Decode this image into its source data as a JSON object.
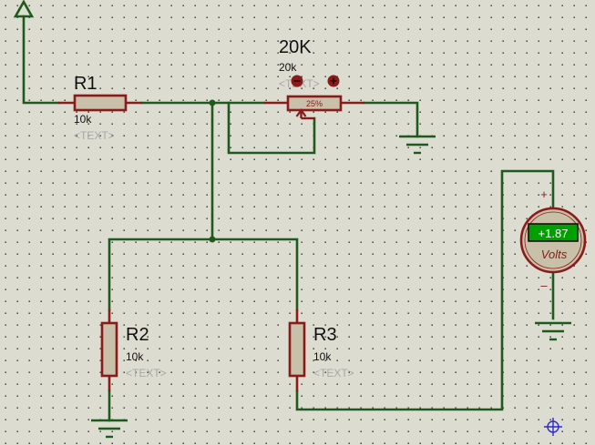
{
  "colors": {
    "background": "#dcdcd0",
    "grid_dot": "#2a2a2a",
    "wire": "#1e5a1e",
    "component_outline": "#8b1a1a",
    "component_fill": "#c8c0a8",
    "lcd_background": "#00a000"
  },
  "components": {
    "r1": {
      "ref": "R1",
      "value": "10k",
      "text": "<TEXT>"
    },
    "pot": {
      "ref": "20K",
      "value": "20k",
      "text": "<TEXT>",
      "wiper_percent": "25%",
      "wiper_fraction": 0.25
    },
    "r2": {
      "ref": "R2",
      "value": "10k",
      "text": "<TEXT>"
    },
    "r3": {
      "ref": "R3",
      "value": "10k",
      "text": "<TEXT>"
    },
    "voltmeter": {
      "reading": "+1.87",
      "unit": "Volts",
      "plus": "+",
      "minus": "–"
    }
  },
  "icons": {
    "power_terminal": "up-arrow-power-terminal-icon",
    "ground": "ground-icon",
    "pot_decrement": "minus-button-icon",
    "pot_increment": "plus-button-icon",
    "origin_marker": "crosshair-origin-icon"
  }
}
